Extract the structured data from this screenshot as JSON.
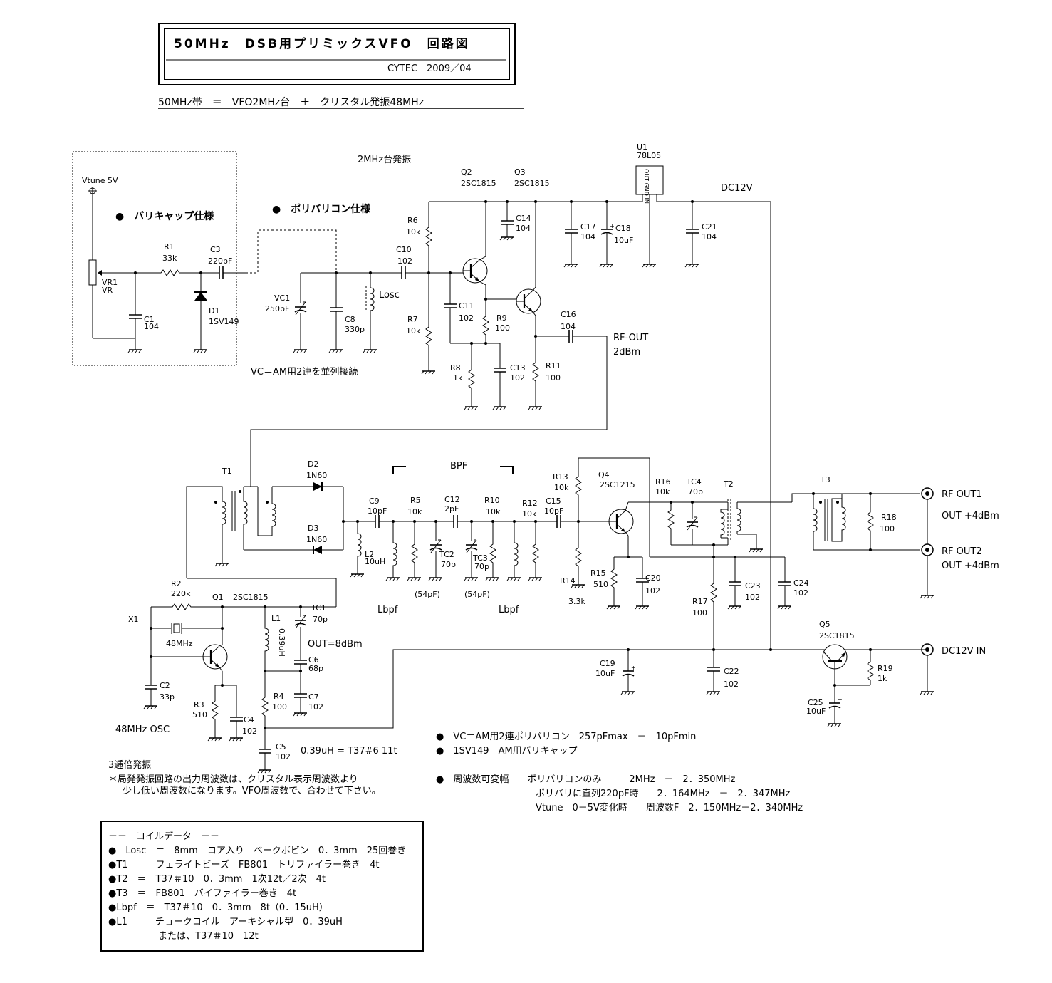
{
  "header": {
    "title": "50MHz　DSB用プリミックスVFO　回路図",
    "author_date": "CYTEC　2009／04",
    "subtitle": "50MHz帯　＝　VFO2MHz台　＋　クリスタル発振48MHz"
  },
  "labels": {
    "osc_2mhz": "2MHz台発振",
    "varicap_spec": "●　バリキャップ仕様",
    "polyvaricon_spec": "●　ポリバリコン仕様",
    "vc_note": "VC＝AM用2連を並列接続",
    "rf_out": "RF-OUT",
    "rf_out_level": "2dBm",
    "dc12v": "DC12V",
    "bpf": "BPF",
    "osc48": "48MHz OSC",
    "mult3": "3逓倍発振",
    "out8": "OUT=8dBm",
    "l1_note": "0.39uH = T37#6 11t",
    "cap54a": "(54pF)",
    "cap54b": "(54pF)",
    "lbpf_a": "Lbpf",
    "lbpf_b": "Lbpf",
    "rf_out1": "RF OUT1",
    "rf_out1_level": "OUT +4dBm",
    "rf_out2": "RF OUT2",
    "rf_out2_level": "OUT +4dBm",
    "dc12v_in": "DC12V IN",
    "lo_note1": "＊局発発振回路の出力周波数は、クリスタル表示周波数より",
    "lo_note2": "少し低い周波数になります。VFO周波数で、合わせて下さい。"
  },
  "components": {
    "vtune": "Vtune 5V",
    "vr1": [
      "VR1",
      "VR"
    ],
    "r1": [
      "R1",
      "33k"
    ],
    "c3": [
      "C3",
      "220pF"
    ],
    "c1": [
      "C1",
      "104"
    ],
    "d1": [
      "D1",
      "1SV149"
    ],
    "vc1": [
      "VC1",
      "250pF"
    ],
    "c8": [
      "C8",
      "330p"
    ],
    "losc": "Losc",
    "c10": [
      "C10",
      "102"
    ],
    "r6": [
      "R6",
      "10k"
    ],
    "r7": [
      "R7",
      "10k"
    ],
    "q2": [
      "Q2",
      "2SC1815"
    ],
    "q3": [
      "Q3",
      "2SC1815"
    ],
    "c14": [
      "C14",
      "104"
    ],
    "c11": [
      "C11",
      "102"
    ],
    "r9": [
      "R9",
      "100"
    ],
    "r8": [
      "R8",
      "1k"
    ],
    "c13": [
      "C13",
      "102"
    ],
    "r11": [
      "R11",
      "100"
    ],
    "c16": [
      "C16",
      "104"
    ],
    "c17": [
      "C17",
      "104"
    ],
    "c18": [
      "C18",
      "10uF"
    ],
    "u1": [
      "U1",
      "78L05"
    ],
    "u1_pins": "OUT GND IN",
    "c21": [
      "C21",
      "104"
    ],
    "t1": "T1",
    "d2": [
      "D2",
      "1N60"
    ],
    "d3": [
      "D3",
      "1N60"
    ],
    "l2": [
      "L2",
      "10uH"
    ],
    "c9": [
      "C9",
      "10pF"
    ],
    "r5": [
      "R5",
      "10k"
    ],
    "c12": [
      "C12",
      "2pF"
    ],
    "tc2": [
      "TC2",
      "70p"
    ],
    "tc3": [
      "TC3",
      "70p"
    ],
    "r10": [
      "R10",
      "10k"
    ],
    "r12": [
      "R12",
      "10k"
    ],
    "c15": [
      "C15",
      "10pF"
    ],
    "r13": [
      "R13",
      "10k"
    ],
    "r14": [
      "R14",
      "3.3k"
    ],
    "q4": [
      "Q4",
      "2SC1215"
    ],
    "r15": [
      "R15",
      "510"
    ],
    "c20": [
      "C20",
      "102"
    ],
    "r16": [
      "R16",
      "10k"
    ],
    "tc4": [
      "TC4",
      "70p"
    ],
    "t2": "T2",
    "r17": [
      "R17",
      "100"
    ],
    "c23": [
      "C23",
      "102"
    ],
    "c24": [
      "C24",
      "102"
    ],
    "t3": "T3",
    "r18": [
      "R18",
      "100"
    ],
    "c19": [
      "C19",
      "10uF"
    ],
    "c22": [
      "C22",
      "102"
    ],
    "q5": [
      "Q5",
      "2SC1815"
    ],
    "r19": [
      "R19",
      "1k"
    ],
    "c25": [
      "C25",
      "10uF"
    ],
    "r2": [
      "R2",
      "220k"
    ],
    "q1": [
      "Q1",
      "2SC1815"
    ],
    "x1": "X1",
    "x1_freq": "48MHz",
    "c2": [
      "C2",
      "33p"
    ],
    "r3": [
      "R3",
      "510"
    ],
    "c4": [
      "C4",
      "102"
    ],
    "l1": [
      "L1",
      "0.39uH"
    ],
    "tc1": [
      "TC1",
      "70p"
    ],
    "c6": [
      "C6",
      "68p"
    ],
    "c7": [
      "C7",
      "102"
    ],
    "r4": [
      "R4",
      "100"
    ],
    "c5": [
      "C5",
      "102"
    ]
  },
  "notes": [
    "●　VC＝AM用2連ポリバリコン　257pFmax　－　10pFmin",
    "●　1SV149＝AM用バリキャップ",
    "●　周波数可変幅　　ポリバリコンのみ　　　2MHz　－　2．350MHz",
    "ポリバリに直列220pF時　　2．164MHz　－　2．347MHz",
    "Vtune　0－5V変化時　　周波数F＝2．150MHz－2．340MHz"
  ],
  "coil_data": {
    "title": "－－　コイルデータ　－－",
    "rows": [
      "●　Losc　＝　8mm　コア入り　ベークボビン　0．3mm　25回巻き",
      "●T1　＝　フェライトビーズ　FB801　トリファイラー巻き　4t",
      "●T2　＝　T37＃10　0．3mm　1次12t／2次　4t",
      "●T3　＝　FB801　バイファイラー巻き　4t",
      "●Lbpf　＝　T37＃10　0．3mm　8t（0．15uH）",
      "●L1　＝　チョークコイル　アーキシャル型　0．39uH",
      "または、T37＃10　12t"
    ]
  }
}
